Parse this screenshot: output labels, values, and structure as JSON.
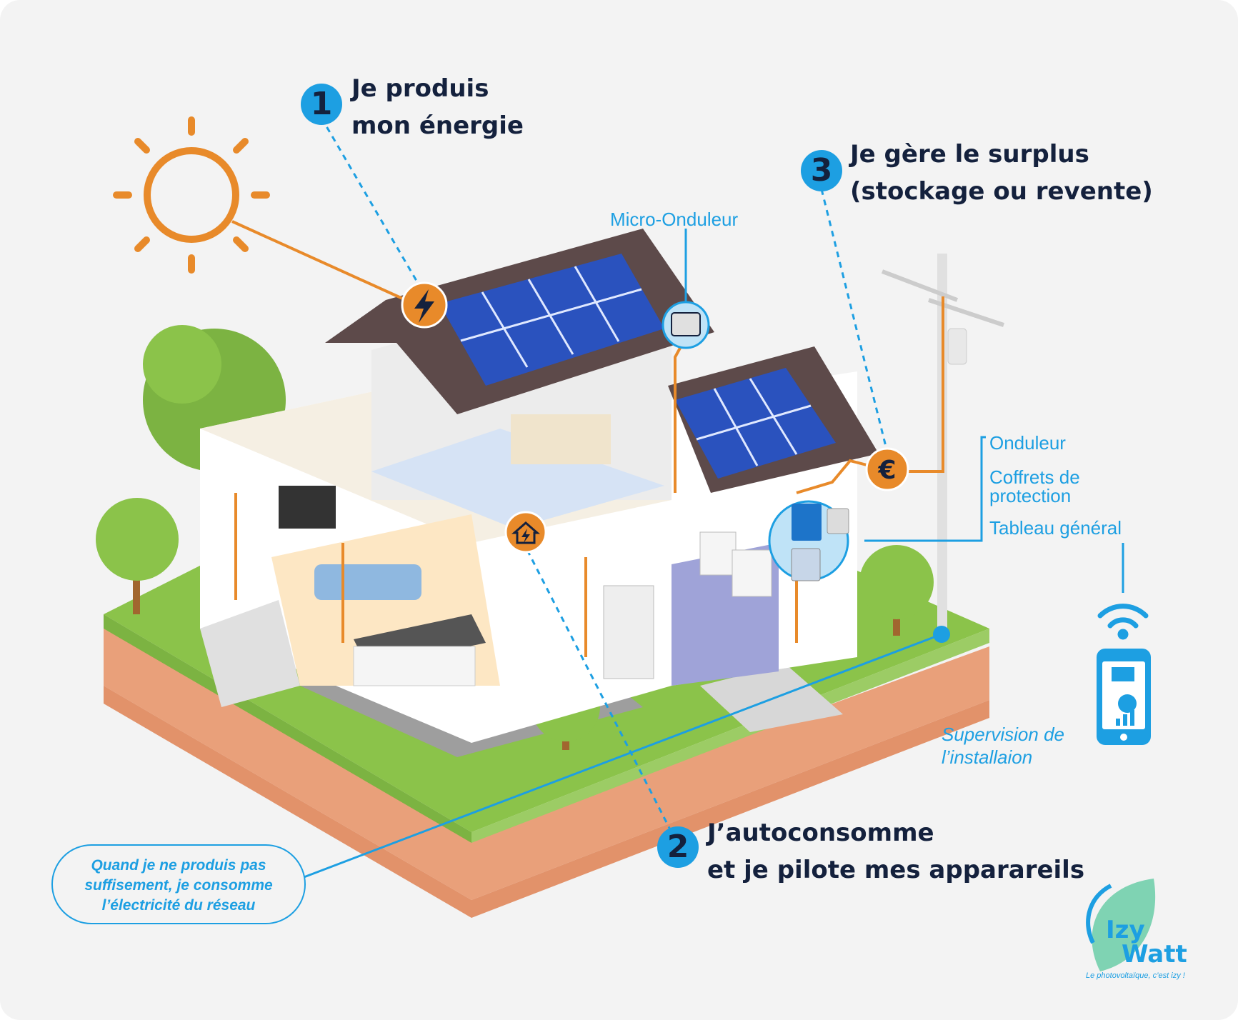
{
  "steps": [
    {
      "number": "1",
      "line1": "Je produis",
      "line2": "mon énergie"
    },
    {
      "number": "2",
      "line1": "J’autoconsomme",
      "line2": "et je pilote mes apparareils"
    },
    {
      "number": "3",
      "line1": "Je gère le surplus",
      "line2": "(stockage ou revente)"
    }
  ],
  "labels": {
    "micro_inverter": "Micro-Onduleur",
    "inverter": "Onduleur",
    "protection_line1": "Coffrets de",
    "protection_line2": "protection",
    "main_panel": "Tableau général",
    "supervision_line1": "Supervision de",
    "supervision_line2": "l’installaion"
  },
  "grid_note": {
    "line1": "Quand je ne produis pas",
    "line2": "suffisement, je consomme",
    "line3": "l’électricité du réseau"
  },
  "icons": {
    "sun": "sun-icon",
    "production": "lightning-icon",
    "self_consumption": "house-lightning-icon",
    "surplus": "euro-icon",
    "wifi": "wifi-icon",
    "phone": "smartphone-icon"
  },
  "colors": {
    "accent_blue": "#1d9fe2",
    "orange": "#e88a2a",
    "navy": "#14213d",
    "grass": "#8bc34a",
    "soil": "#e9a07a"
  },
  "logo": {
    "word1": "Izy",
    "word2": "Watt",
    "tagline": "Le photovoltaïque, c’est izy !"
  }
}
